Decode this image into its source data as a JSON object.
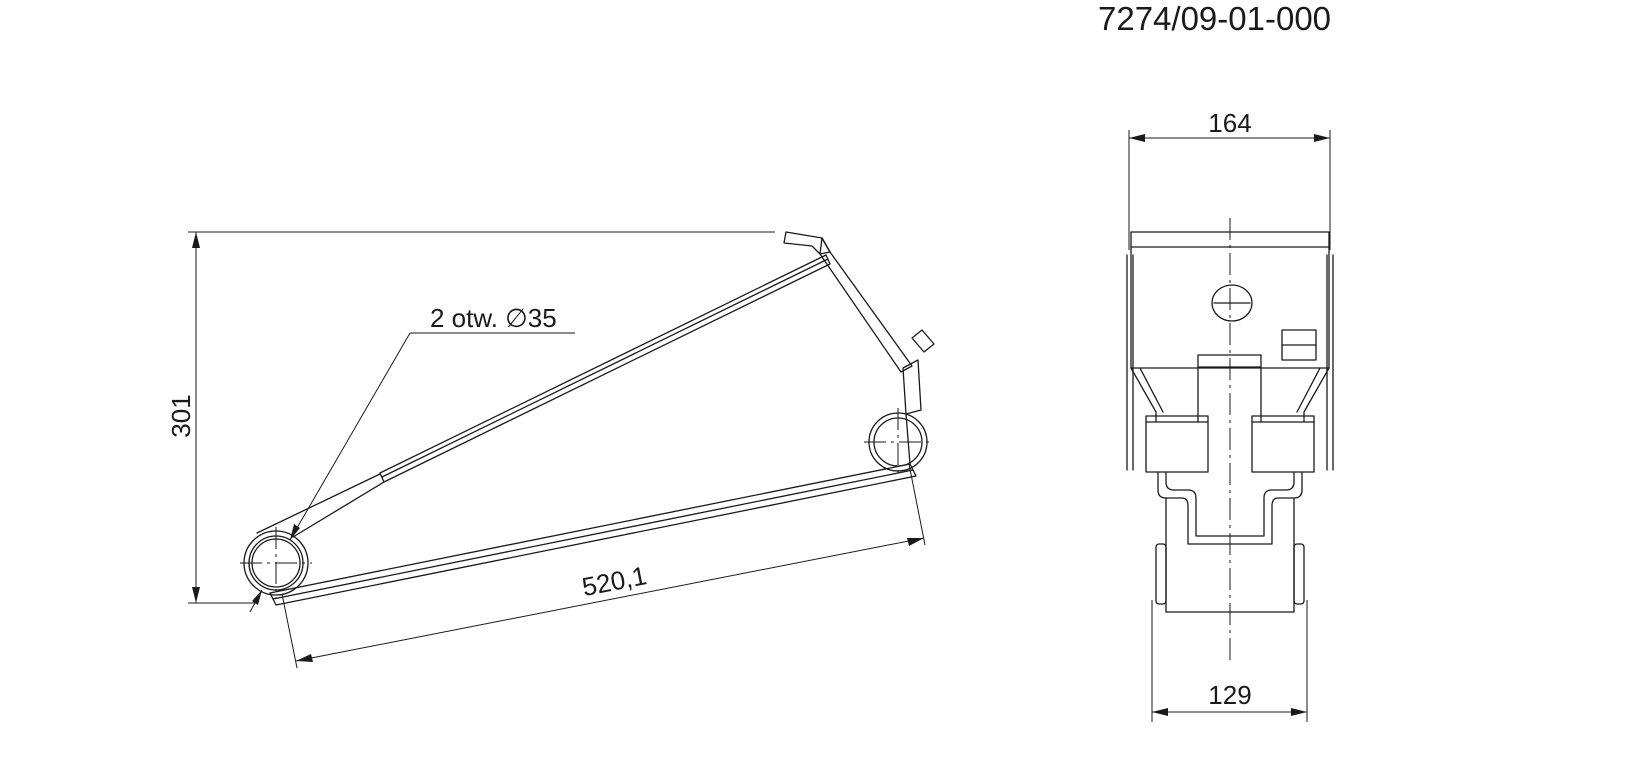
{
  "drawing_number": "7274/09-01-000",
  "side_view": {
    "dim_height": "301",
    "dim_length": "520,1",
    "hole_note": "2 otw. ∅35"
  },
  "front_view": {
    "dim_top_width": "164",
    "dim_bottom_width": "129"
  },
  "colors": {
    "line": "#1a1a1a",
    "background": "#ffffff"
  }
}
